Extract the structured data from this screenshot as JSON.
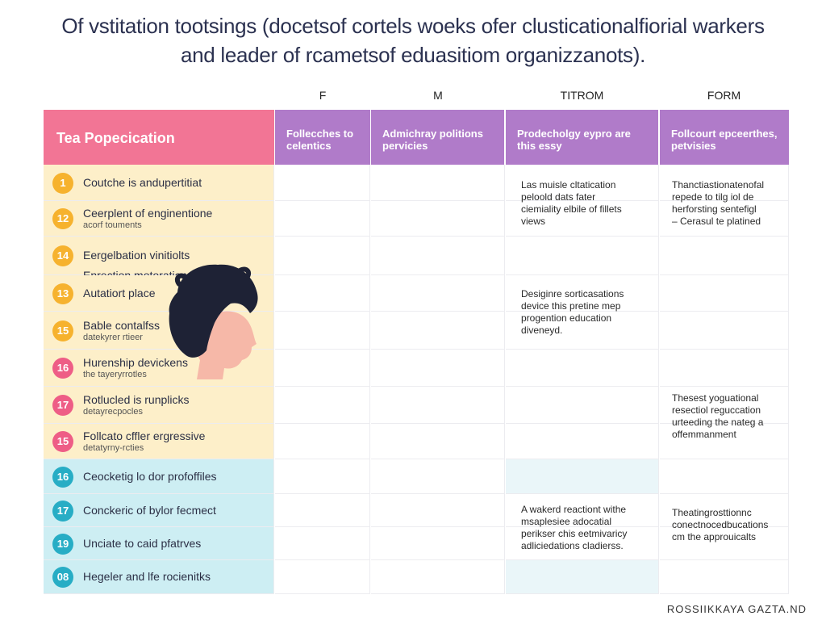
{
  "title": {
    "line1": "Of vstitation tootsings (docetsof cortels woeks ofer clusticationalfiorial warkers",
    "line2": "and leader of rcametsof eduasitiom organizzanots)."
  },
  "columns": [
    {
      "head": "F",
      "header": [
        "Follecches to",
        "celentics"
      ]
    },
    {
      "head": "M",
      "header": [
        "Admichray politions",
        "pervicies"
      ]
    },
    {
      "head": "TITROM",
      "header": [
        "Prodecholgy eypro are",
        "this essy"
      ]
    },
    {
      "head": "FORM",
      "header": [
        "Follcourt epceerthes,",
        "petvisies"
      ]
    }
  ],
  "left_header": "Tea Popecication",
  "rows": [
    {
      "num": "1",
      "label": "Coutche is andupertitiat",
      "sub": "",
      "band": "yellow",
      "badge": "#f6b22e"
    },
    {
      "num": "12",
      "label": "Ceerplent of enginentione",
      "sub": "acorf touments",
      "band": "yellow",
      "badge": "#f6b22e"
    },
    {
      "num": "14",
      "label": "Eergelbation vinitiolts",
      "sub": "",
      "extra": "Enrection motoration",
      "band": "yellow",
      "badge": "#f6b22e"
    },
    {
      "num": "13",
      "label": "Autatiort place",
      "sub": "",
      "band": "yellow",
      "badge": "#f6b22e"
    },
    {
      "num": "15",
      "label": "Bable contalfss",
      "sub": "datekyrer rtieer",
      "band": "yellow",
      "badge": "#f6b22e"
    },
    {
      "num": "16",
      "label": "Hurenship devickens",
      "sub": "the tayeryrrotles",
      "band": "yellow",
      "badge": "#ee5d86"
    },
    {
      "num": "17",
      "label": "Rotlucled is runplicks",
      "sub": "detayrecpocles",
      "band": "yellow",
      "badge": "#ee5d86"
    },
    {
      "num": "15",
      "label": "Follcato cffler ergressive",
      "sub": "detatyrny-rcties",
      "band": "yellow",
      "badge": "#ee5d86"
    },
    {
      "num": "16",
      "label": "Ceocketig lo dor profoffiles",
      "sub": "",
      "band": "teal",
      "badge": "#27adc5"
    },
    {
      "num": "17",
      "label": "Conckeric of bylor fecmect",
      "sub": "",
      "band": "teal",
      "badge": "#27adc5"
    },
    {
      "num": "19",
      "label": "Unciate to caid pfatrves",
      "sub": "",
      "band": "teal",
      "badge": "#27adc5"
    },
    {
      "num": "08",
      "label": "Hegeler and lfe rocienitks",
      "sub": "",
      "band": "teal",
      "badge": "#27adc5"
    }
  ],
  "notes": {
    "titrom_1": [
      "Las muisle cltatication",
      "peloold dats fater",
      "ciemiality elbile of fillets",
      "views"
    ],
    "form_1": [
      "Thanctiastionatenofal",
      "repede to tilg iol de",
      "herforsting sentefigl",
      "– Cerasul te platined"
    ],
    "titrom_2": [
      "Desiginre sorticasations",
      "device this pretine mep",
      "progention education",
      "diveneyd."
    ],
    "form_2": [
      "Thesest yoguational",
      "resectiol reguccation",
      "urteeding the nateg a",
      "offemmanment"
    ],
    "titrom_3": [
      "A wakerd reactiont withe",
      "msaplesiee adocatial",
      "perikser chis eetmivaricy",
      "adliciedations cladierss."
    ],
    "form_3": [
      "Theatingrosttionnc",
      "conectnocedbucations",
      "cm the approuicalts"
    ]
  },
  "footer": "ROSSIIKKAYA GAZTA.ND",
  "colors": {
    "pink": "#f27595",
    "purple": "#b07bc9",
    "yellow_band": "#fdefc9",
    "teal_band": "#cdeef3",
    "teal_cell": "#eaf6f9"
  },
  "illustration": "person-head-silhouette-icon"
}
